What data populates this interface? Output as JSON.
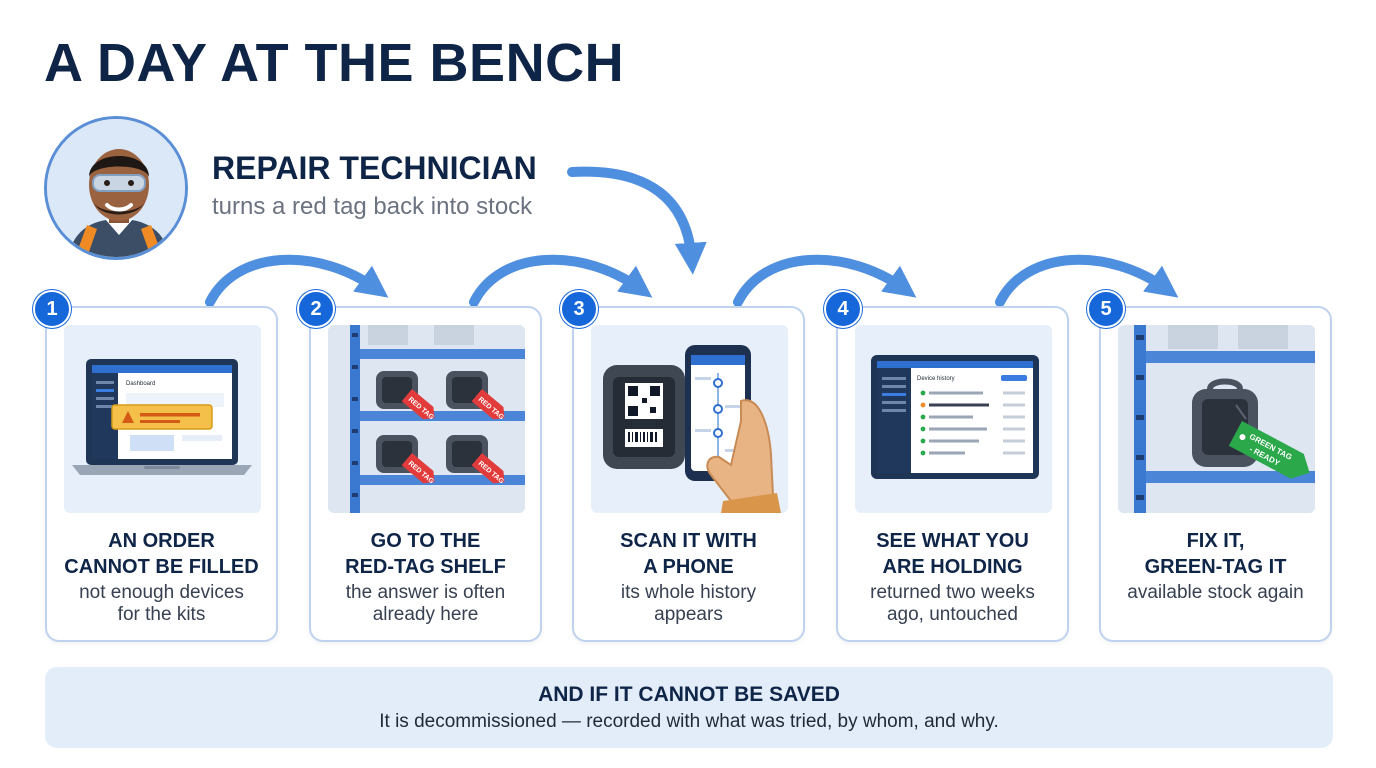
{
  "title": "A DAY AT THE BENCH",
  "persona": {
    "name": "REPAIR TECHNICIAN",
    "subtitle": "turns a red tag back into stock"
  },
  "steps": [
    {
      "number": "1",
      "heading_line1": "AN ORDER",
      "heading_line2": "CANNOT BE FILLED",
      "desc_line1": "not enough devices",
      "desc_line2": "for the kits",
      "screen_title": "Dashboard"
    },
    {
      "number": "2",
      "heading_line1": "GO TO THE",
      "heading_line2": "RED-TAG SHELF",
      "desc_line1": "the answer is often",
      "desc_line2": "already here",
      "tag_text": "RED TAG"
    },
    {
      "number": "3",
      "heading_line1": "SCAN IT WITH",
      "heading_line2": "A PHONE",
      "desc_line1": "its whole history",
      "desc_line2": "appears"
    },
    {
      "number": "4",
      "heading_line1": "SEE WHAT YOU",
      "heading_line2": "ARE HOLDING",
      "desc_line1": "returned two weeks",
      "desc_line2": "ago, untouched",
      "screen_title": "Device history"
    },
    {
      "number": "5",
      "heading_line1": "FIX IT,",
      "heading_line2": "GREEN-TAG IT",
      "desc_line1": "available stock again",
      "desc_line2": "",
      "tag_text": "GREEN TAG - READY"
    }
  ],
  "footer": {
    "heading": "AND IF IT CANNOT BE SAVED",
    "body": "It is decommissioned — recorded with what was tried, by whom, and why."
  },
  "colors": {
    "navy": "#0f2547",
    "accent_blue": "#1667d9",
    "arrow_blue": "#4f8fe0",
    "card_border": "#bfd3ee",
    "red_tag": "#e23b3b",
    "green_tag": "#2aa84a",
    "footer_bg": "#e3edfa"
  }
}
